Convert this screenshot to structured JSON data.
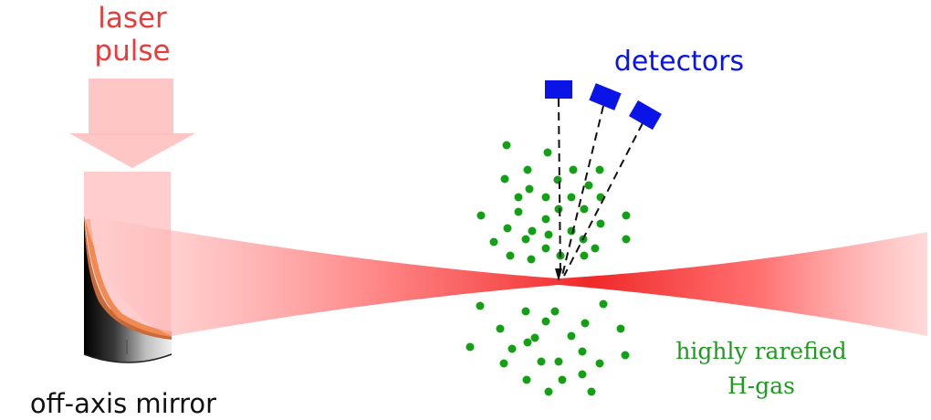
{
  "labels": {
    "laser_line1": "laser",
    "laser_line2": "pulse",
    "detectors": "detectors",
    "gas_line1": "highly rarefied",
    "gas_line2": "H-gas",
    "mirror": "off-axis mirror"
  },
  "colors": {
    "laser_text": "#ea3b3b",
    "detector": "#0a14e6",
    "gas_text": "#1e9a1e",
    "gas_dot": "#14a014",
    "mirror_label": "#111111"
  },
  "icons": {
    "arrow": "laser-arrow-icon",
    "mirror": "mirror-icon",
    "detector": "detector-icon"
  },
  "counts": {
    "detectors": 3
  }
}
